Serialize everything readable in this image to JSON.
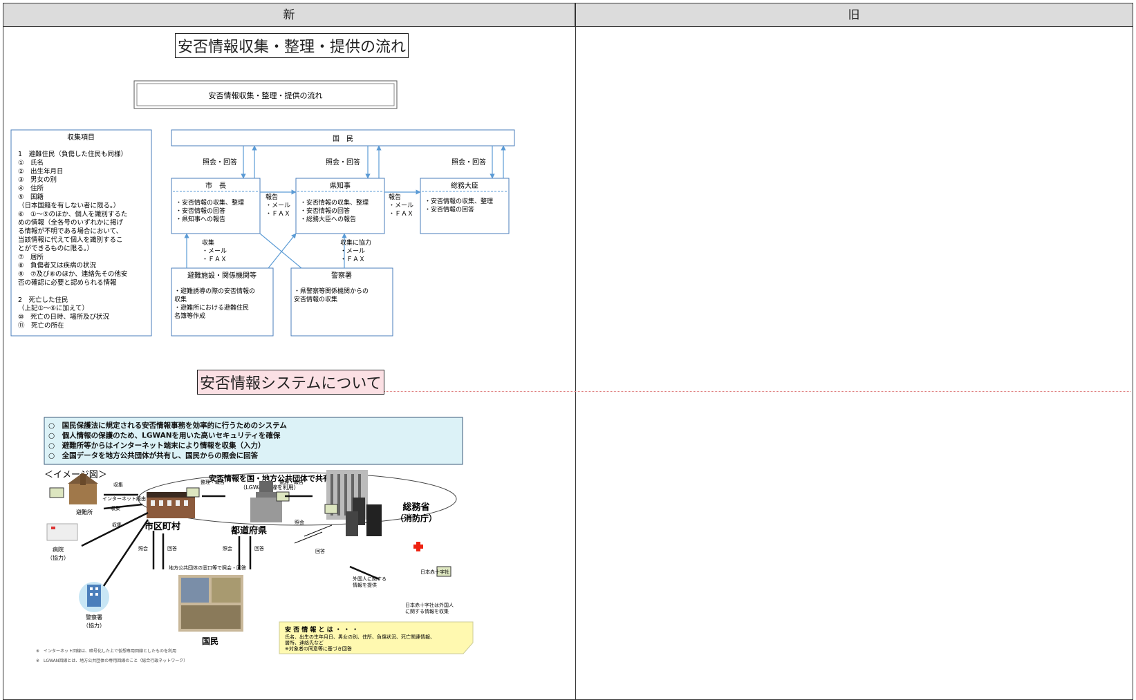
{
  "header": {
    "new": "新",
    "old": "旧"
  },
  "section1": {
    "title": "安否情報収集・整理・提供の流れ"
  },
  "flow": {
    "banner": "安否情報収集・整理・提供の流れ",
    "collect_title": "収集項目",
    "collect_items": [
      "1　避難住民（負傷した住民も同様）",
      "①　氏名",
      "②　出生年月日",
      "③　男女の別",
      "④　住所",
      "⑤　国籍",
      "（日本国籍を有しない者に限る。）",
      "⑥　①～⑤のほか、個人を識別するた",
      "めの情報（全各号のいずれかに掲げ",
      "る情報が不明である場合において、",
      "当該情報に代えて個人を識別するこ",
      "とができるものに限る。）",
      "⑦　居所",
      "⑧　負傷者又は疾病の状況",
      "⑨　⑦及び⑧のほか、連絡先その他安",
      "否の確認に必要と認められる情報",
      "",
      "2　死亡した住民",
      "（上記①～⑥に加えて）",
      "⑩　死亡の日時、場所及び状況",
      "⑪　死亡の所在"
    ],
    "kokumin": "国　民",
    "inquiry": "照会・回答",
    "mayor": {
      "title": "市　長",
      "lines": [
        "・安否情報の収集、整理",
        "・安否情報の回答",
        "・県知事への報告"
      ]
    },
    "governor": {
      "title": "県知事",
      "lines": [
        "・安否情報の収集、整理",
        "・安否情報の回答",
        "・総務大臣への報告"
      ]
    },
    "minister": {
      "title": "総務大臣",
      "lines": [
        "・安否情報の収集、整理",
        "・安否情報の回答"
      ]
    },
    "report": [
      "報告",
      "・メール",
      "・ＦＡＸ"
    ],
    "collect": [
      "収集",
      "・メール",
      "・ＦＡＸ"
    ],
    "cooperate": [
      "収集に協力",
      "・メール",
      "・ＦＡＸ"
    ],
    "shelter": {
      "title": "避難施設・関係機関等",
      "lines": [
        "・避難誘導の際の安否情報の",
        "収集",
        "・避難所における避難住民",
        "名簿等作成"
      ]
    },
    "police": {
      "title": "警察署",
      "lines": [
        "・県警察等関係機関からの",
        "安否情報の収集"
      ]
    }
  },
  "section2": {
    "title": "安否情報システムについて"
  },
  "system": {
    "bullets": [
      "○　国民保護法に規定される安否情報事務を効率的に行うためのシステム",
      "○　個人情報の保護のため、LGWANを用いた高いセキュリティを確保",
      "○　避難所等からはインターネット端末により情報を収集（入力）",
      "○　全国データを地方公共団体が共有し、国民からの照会に回答"
    ],
    "image_label": "＜イメージ図＞",
    "share_title": "安否情報を国・地方公共団体で共有",
    "share_sub": "（LGWAN回線を利用）",
    "municipality": "市区町村",
    "prefecture": "都道府県",
    "ministry": "総務省",
    "ministry_sub": "（消防庁）",
    "shelter": "避難所",
    "hospital": "病院",
    "hospital_sub": "（協力）",
    "police": "警察署",
    "police_sub": "（協力）",
    "collect": "収集",
    "internet": "インターネット経由",
    "arrange_report": "整理・報告",
    "inquiry": "照会",
    "answer": "回答",
    "window": "地方公共団体の窓口等で照会・回答",
    "kokumin": "国民",
    "foreign": "外国人に関する",
    "foreign2": "情報を提供",
    "redcross": "日本赤十字社",
    "redcross_note1": "日本赤十字社は外国人",
    "redcross_note2": "に関する情報を収集",
    "note_title": "安 否 情 報 と は ・ ・ ・",
    "note_lines": [
      "氏名、出生の生年月日、男女の別、住所、負傷状況、死亡関連情報、",
      "居所、連絡先など",
      "※対象者の同意等に基づき回答"
    ],
    "footnotes": [
      "※　インターネット回線は、暗号化した上で仮想専用回線としたものを利用",
      "※　LGWAN回線とは、地方公共団体の専用回線のこと（総合行政ネットワーク）"
    ]
  }
}
